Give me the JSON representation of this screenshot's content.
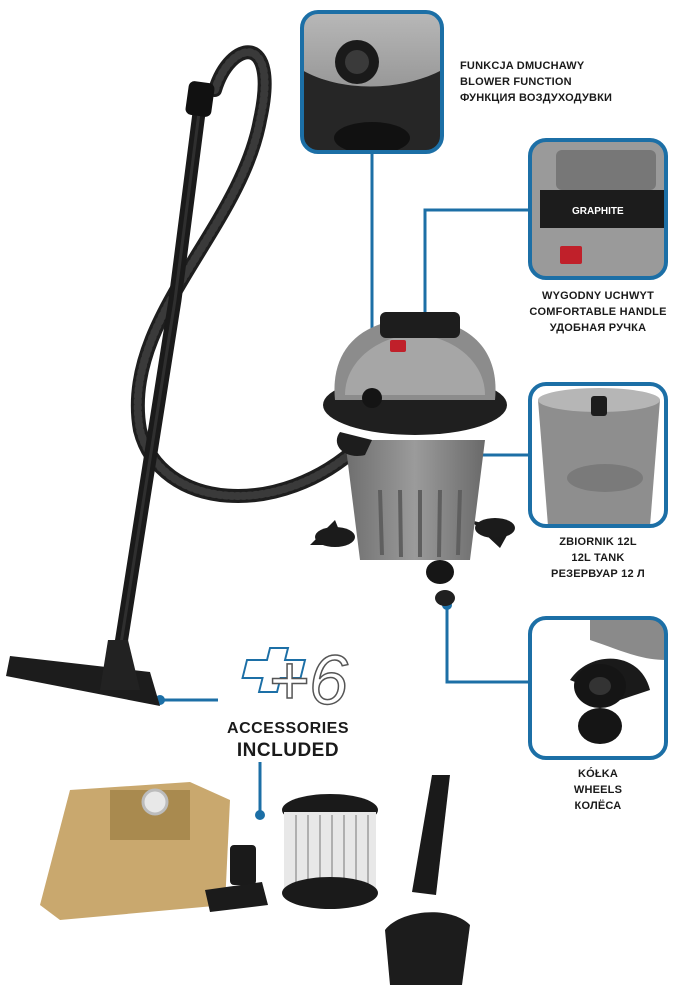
{
  "features": [
    {
      "id": "blower",
      "lines": [
        "FUNKCJA DMUCHAWY",
        "BLOWER FUNCTION",
        "ФУНКЦИЯ ВОЗДУХОДУВКИ"
      ]
    },
    {
      "id": "handle",
      "lines": [
        "WYGODNY UCHWYT",
        "COMFORTABLE HANDLE",
        "УДОБНАЯ РУЧКА"
      ]
    },
    {
      "id": "tank",
      "lines": [
        "ZBIORNIK 12L",
        "12L TANK",
        "РЕЗЕРВУАР 12 Л"
      ]
    },
    {
      "id": "wheels",
      "lines": [
        "KÓŁKA",
        "WHEELS",
        "КОЛЁСА"
      ]
    }
  ],
  "accessories": {
    "count": "+6",
    "line1": "ACCESSORIES",
    "line2": "INCLUDED"
  },
  "brand": "GRAPHITE",
  "colors": {
    "accent": "#1c6fa6",
    "body": "#8a8a8a",
    "dark": "#222222",
    "paper": "#c9a86e"
  }
}
